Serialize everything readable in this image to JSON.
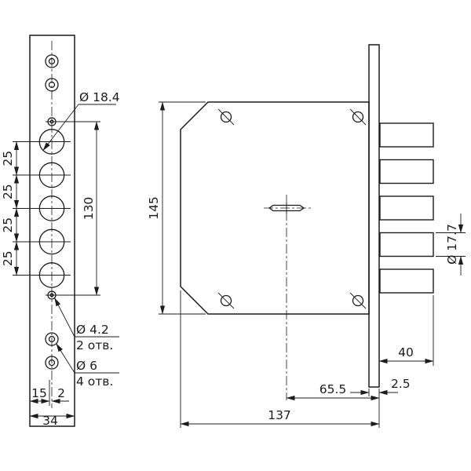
{
  "colors": {
    "line": "#1c1c1c",
    "background": "#ffffff"
  },
  "front_view": {
    "dims": {
      "dia_large": "Ø 18.4",
      "spacing": "25",
      "span": "130",
      "small_hole_dia": "Ø 4.2",
      "small_hole_qty": "2 отв.",
      "screw_hole_dia": "Ø 6",
      "screw_hole_qty": "4 отв.",
      "edge_offset": "15",
      "center_offset": "2",
      "plate_width": "34"
    }
  },
  "side_view": {
    "dims": {
      "body_height": "145",
      "body_depth": "137",
      "key_offset": "65.5",
      "faceplate_thickness": "2.5",
      "bolt_throw": "40",
      "bolt_dia": "Ø 17.7"
    }
  }
}
